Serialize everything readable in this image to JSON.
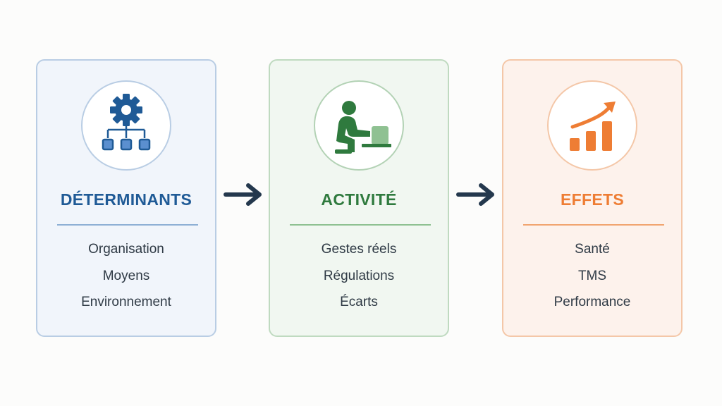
{
  "colors": {
    "background": "#fcfcfb",
    "blue": "#1f5a96",
    "green": "#2f7a3e",
    "orange": "#ee7d34",
    "arrow": "#24384d"
  },
  "cards": [
    {
      "icon": "gear-hierarchy-icon",
      "title": "DÉTERMINANTS",
      "items": [
        "Organisation",
        "Moyens",
        "Environnement"
      ]
    },
    {
      "icon": "worker-at-workstation-icon",
      "title": "ACTIVITÉ",
      "items": [
        "Gestes réels",
        "Régulations",
        "Écarts"
      ]
    },
    {
      "icon": "growth-chart-icon",
      "title": "EFFETS",
      "items": [
        "Santé",
        "TMS",
        "Performance"
      ]
    }
  ],
  "arrows": [
    "right-arrow-icon",
    "right-arrow-icon"
  ]
}
